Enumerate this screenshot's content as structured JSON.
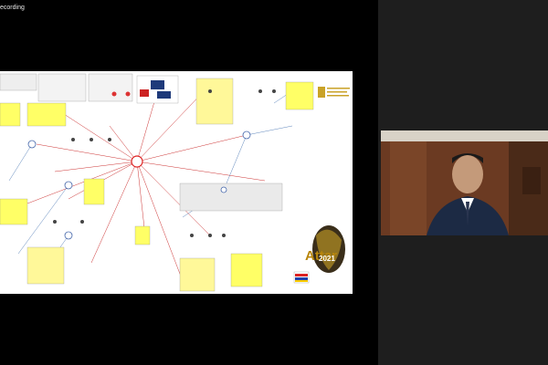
{
  "recording_label": "ecording",
  "shared_screen": {
    "brand_text": "Attar",
    "logo_year_text": "2021"
  },
  "participant": {
    "video_label": "participant-video"
  }
}
